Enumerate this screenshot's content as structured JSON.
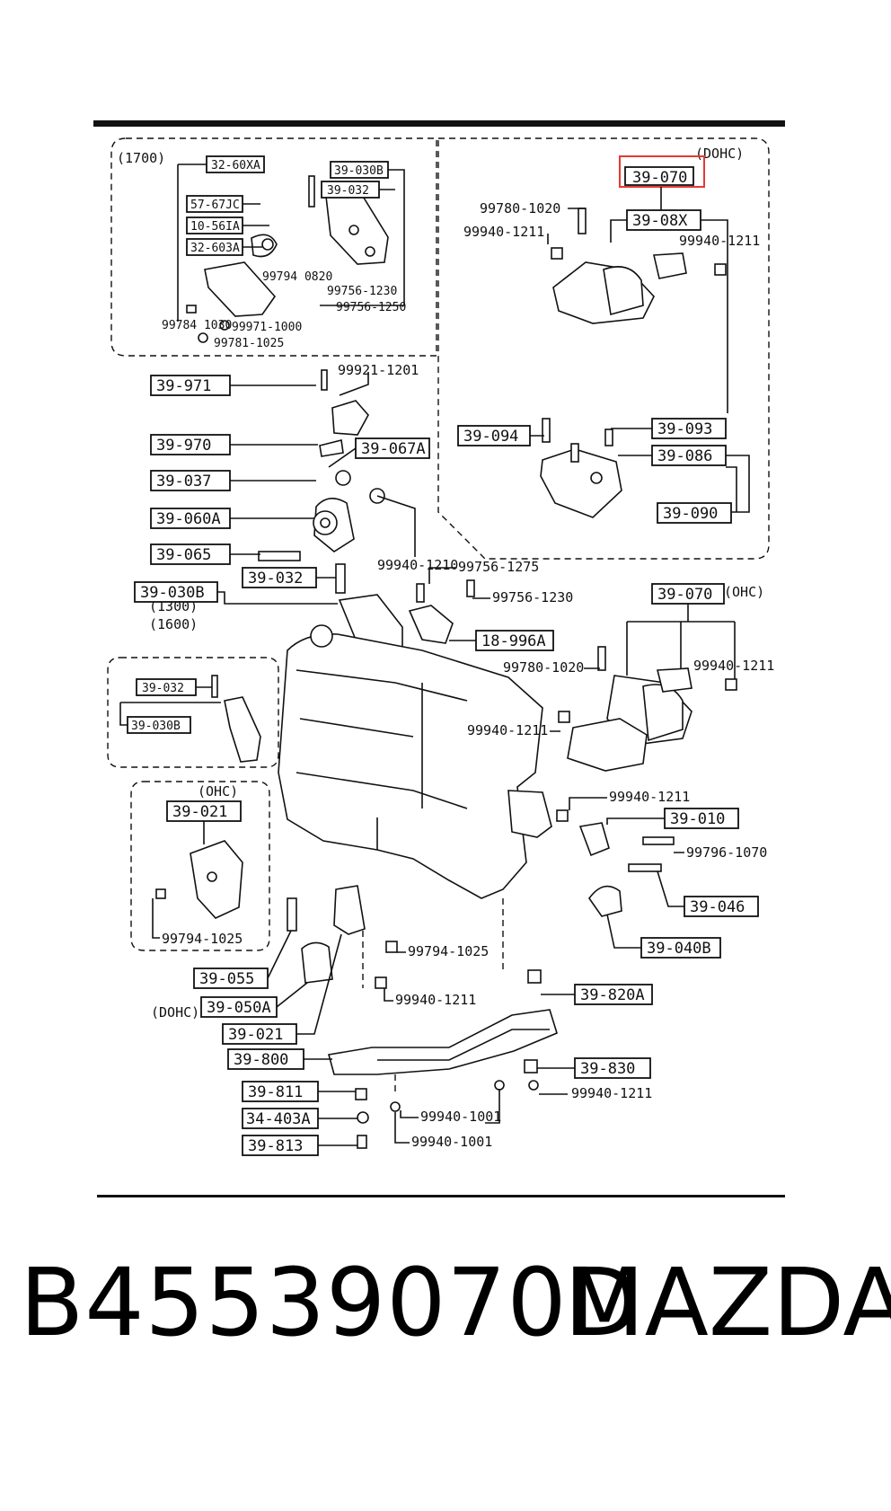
{
  "groups": {
    "g1700": "(1700)",
    "dohc_top": "(DOHC)",
    "ohc_right": "(OHC)",
    "ohc_left": "(OHC)",
    "dohc_bottom": "(DOHC)",
    "size1300": "(1300)",
    "size1600": "(1600)"
  },
  "boxed": {
    "b32_60xa": "32-60XA",
    "b57_67jc": "57-67JC",
    "b10_56ia": "10-56IA",
    "b32_603a": "32-603A",
    "b39_030b_a": "39-030B",
    "b39_032_a": "39-032",
    "b39_070_top": "39-070",
    "b39_08x": "39-08X",
    "b39_094": "39-094",
    "b39_093": "39-093",
    "b39_086": "39-086",
    "b39_090": "39-090",
    "b39_971": "39-971",
    "b39_970": "39-970",
    "b39_067a": "39-067A",
    "b39_037": "39-037",
    "b39_060a": "39-060A",
    "b39_065": "39-065",
    "b39_032_b": "39-032",
    "b39_030b_b": "39-030B",
    "b18_996a": "18-996A",
    "b39_070_mid": "39-070",
    "b39_032_c": "39-032",
    "b39_030b_c": "39-030B",
    "b39_021_a": "39-021",
    "b39_010": "39-010",
    "b39_046": "39-046",
    "b39_040b": "39-040B",
    "b39_055": "39-055",
    "b39_050a": "39-050A",
    "b39_021_b": "39-021",
    "b39_820a": "39-820A",
    "b39_800": "39-800",
    "b39_830": "39-830",
    "b39_811": "39-811",
    "b34_403a": "34-403A",
    "b39_813": "39-813"
  },
  "plain": {
    "p99794_0820": "99794 0820",
    "p99756_1230_a": "99756-1230",
    "p99756_1250": "99756-1250",
    "p99784_1030": "99784 1030",
    "p99971_1000": "99971-1000",
    "p99781_1025": "99781-1025",
    "p99780_1020_a": "99780-1020",
    "p99940_1211_a": "99940-1211",
    "p99940_1211_b": "99940-1211",
    "p99921_1201": "99921-1201",
    "p99940_1210": "99940-1210",
    "p99756_1275": "99756-1275",
    "p99756_1230_b": "99756-1230",
    "p99780_1020_b": "99780-1020",
    "p99940_1211_c": "99940-1211",
    "p99940_1211_d": "99940-1211",
    "p99940_1211_e": "99940-1211",
    "p99796_1070": "99796-1070",
    "p99794_1025_a": "99794-1025",
    "p99794_1025_b": "99794-1025",
    "p99940_1211_f": "99940-1211",
    "p99940_1211_g": "99940-1211",
    "p99940_1001_a": "99940-1001",
    "p99940_1001_b": "99940-1001"
  },
  "footer": {
    "part_number": "B45539070D",
    "brand": "MAZDA"
  },
  "colors": {
    "highlight": "#e53935",
    "ink": "#111111"
  }
}
